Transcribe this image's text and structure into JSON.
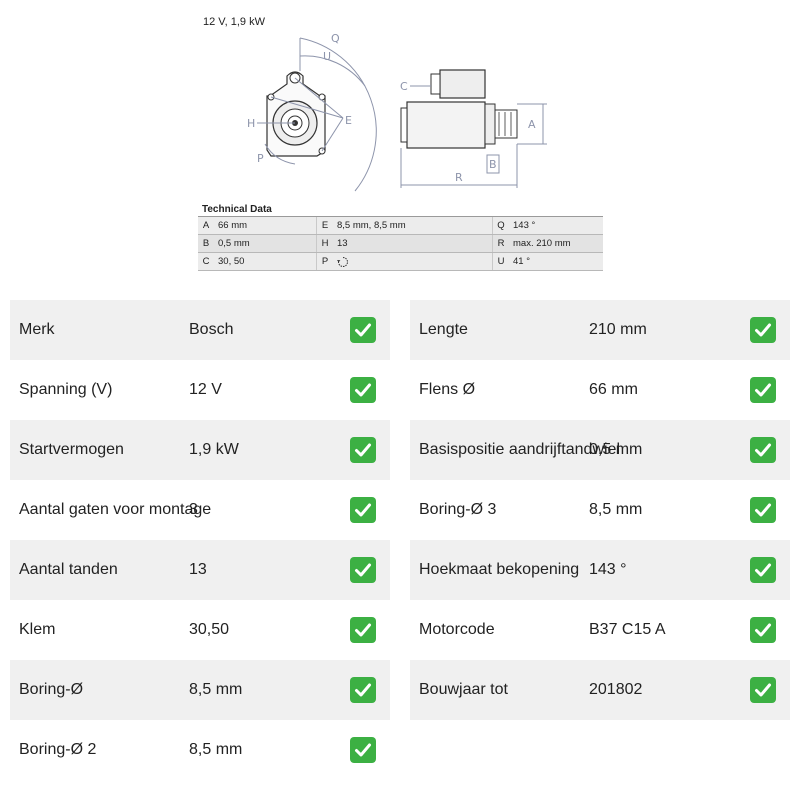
{
  "drawing": {
    "caption": "12 V, 1,9 kW",
    "letters": {
      "Q": "Q",
      "U": "U",
      "E": "E",
      "H": "H",
      "P": "P",
      "C": "C",
      "A": "A",
      "B": "B",
      "R": "R"
    }
  },
  "tech_data": {
    "title": "Technical Data",
    "rows": [
      [
        {
          "key": "A",
          "value": "66 mm"
        },
        {
          "key": "E",
          "value": "8,5 mm, 8,5 mm"
        },
        {
          "key": "Q",
          "value": "143 °"
        }
      ],
      [
        {
          "key": "B",
          "value": "0,5 mm"
        },
        {
          "key": "H",
          "value": "13"
        },
        {
          "key": "R",
          "value": "max. 210 mm"
        }
      ],
      [
        {
          "key": "C",
          "value": "30, 50"
        },
        {
          "key": "P",
          "value": "",
          "icon": "rotation-direction-icon"
        },
        {
          "key": "U",
          "value": "41 °"
        }
      ]
    ]
  },
  "attributes_left": [
    {
      "label": "Merk",
      "value": "Bosch"
    },
    {
      "label": "Spanning (V)",
      "value": "12 V"
    },
    {
      "label": "Startvermogen",
      "value": "1,9 kW"
    },
    {
      "label": "Aantal gaten voor montage",
      "value": "3"
    },
    {
      "label": "Aantal tanden",
      "value": "13"
    },
    {
      "label": "Klem",
      "value": "30,50"
    },
    {
      "label": "Boring-Ø",
      "value": "8,5 mm"
    },
    {
      "label": "Boring-Ø 2",
      "value": "8,5 mm"
    }
  ],
  "attributes_right": [
    {
      "label": "Lengte",
      "value": "210 mm"
    },
    {
      "label": "Flens Ø",
      "value": "66 mm"
    },
    {
      "label": "Basispositie aandrijftandwiel",
      "value": "0,5 mm"
    },
    {
      "label": "Boring-Ø 3",
      "value": "8,5 mm"
    },
    {
      "label": "Hoekmaat bekopening",
      "value": "143 °"
    },
    {
      "label": "Motorcode",
      "value": "B37 C15 A"
    },
    {
      "label": "Bouwjaar tot",
      "value": "201802"
    }
  ],
  "colors": {
    "check": "#3cb043",
    "row_shade": "#f0f0f0",
    "dimension_line": "#8d94ab"
  },
  "icons": {
    "check": "check-mark-icon"
  }
}
